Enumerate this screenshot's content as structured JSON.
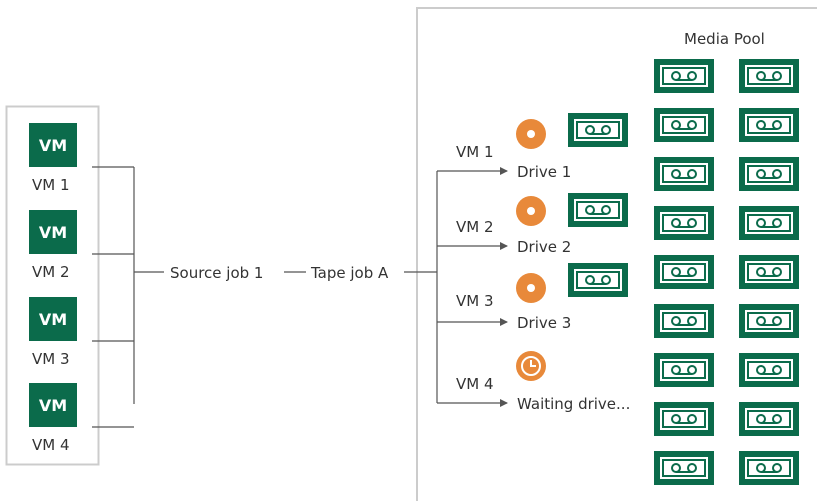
{
  "colors": {
    "vm_green": "#0b6b4b",
    "tape_green": "#0b6b4b",
    "tape_fill": "#ffffff",
    "drive_orange": "#e8893a",
    "line": "#555555",
    "border": "#cccccc"
  },
  "icons": {
    "vm": "vm-icon",
    "tape": "tape-cassette-icon",
    "drive": "tape-drive-icon",
    "waiting": "clock-icon"
  },
  "vms": [
    {
      "icon_text": "VM",
      "label": "VM 1"
    },
    {
      "icon_text": "VM",
      "label": "VM 2"
    },
    {
      "icon_text": "VM",
      "label": "VM 3"
    },
    {
      "icon_text": "VM",
      "label": "VM 4"
    }
  ],
  "source_job": "Source job 1",
  "tape_job": "Tape job A",
  "media_pool": {
    "title": "Media Pool",
    "rows": 9,
    "cols": 2
  },
  "assignments": [
    {
      "vm": "VM 1",
      "target": "Drive 1",
      "state": "drive",
      "has_tape": true
    },
    {
      "vm": "VM 2",
      "target": "Drive 2",
      "state": "drive",
      "has_tape": true
    },
    {
      "vm": "VM 3",
      "target": "Drive 3",
      "state": "drive",
      "has_tape": true
    },
    {
      "vm": "VM 4",
      "target": "Waiting drive...",
      "state": "waiting",
      "has_tape": false
    }
  ]
}
